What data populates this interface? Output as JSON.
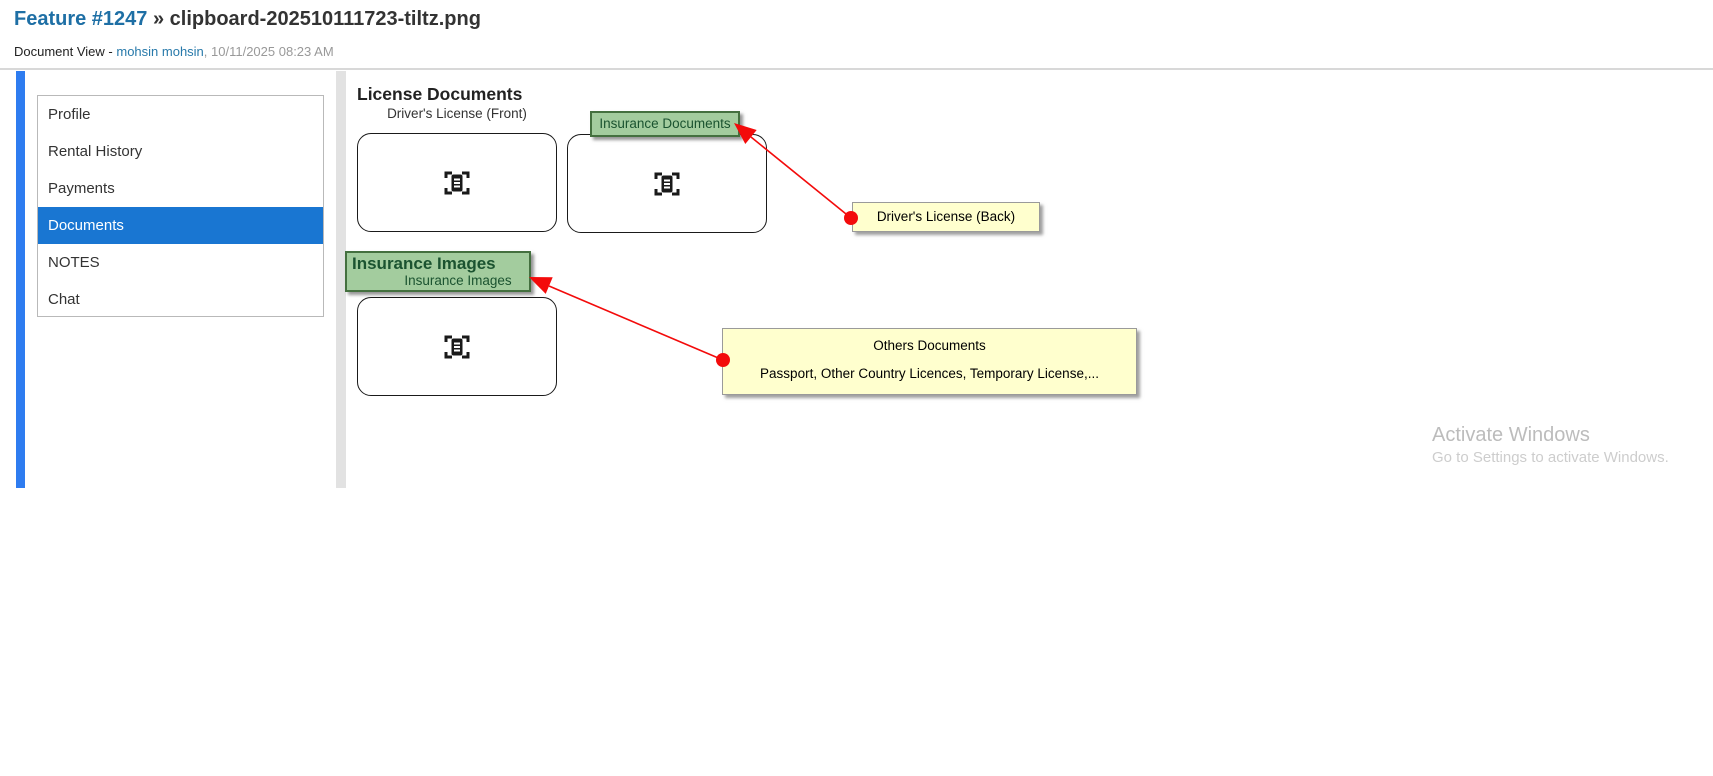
{
  "header": {
    "feature_link": "Feature #1247",
    "separator": " » ",
    "filename": "clipboard-202510111723-tiltz.png",
    "view_label": "Document View - ",
    "author_link": "mohsin mohsin",
    "timestamp": ", 10/11/2025 08:23 AM"
  },
  "sidebar": {
    "items": [
      {
        "label": "Profile",
        "active": false
      },
      {
        "label": "Rental History",
        "active": false
      },
      {
        "label": "Payments",
        "active": false
      },
      {
        "label": "Documents",
        "active": true
      },
      {
        "label": "NOTES",
        "active": false
      },
      {
        "label": "Chat",
        "active": false
      }
    ]
  },
  "main": {
    "section_title": "License Documents",
    "doc_box_captions": {
      "front": "Driver's License (Front)"
    },
    "green_labels": {
      "insurance_documents": "Insurance Documents",
      "insurance_images_title": "Insurance Images",
      "insurance_images_caption": "Insurance Images"
    },
    "callouts": {
      "license_back": "Driver's License (Back)",
      "others_title": "Others Documents",
      "others_desc": "Passport, Other Country Licences, Temporary License,..."
    }
  },
  "watermark": {
    "line1": "Activate Windows",
    "line2": "Go to Settings to activate Windows."
  },
  "colors": {
    "accent_blue": "#2e7cf0",
    "selected_blue": "#1976d2",
    "link_blue": "#1e6fa5",
    "green_bg": "#a3cc9e",
    "green_border": "#44703f",
    "green_text": "#1b5330",
    "yellow_bg": "#ffffce",
    "arrow_red": "#f30b0b"
  }
}
